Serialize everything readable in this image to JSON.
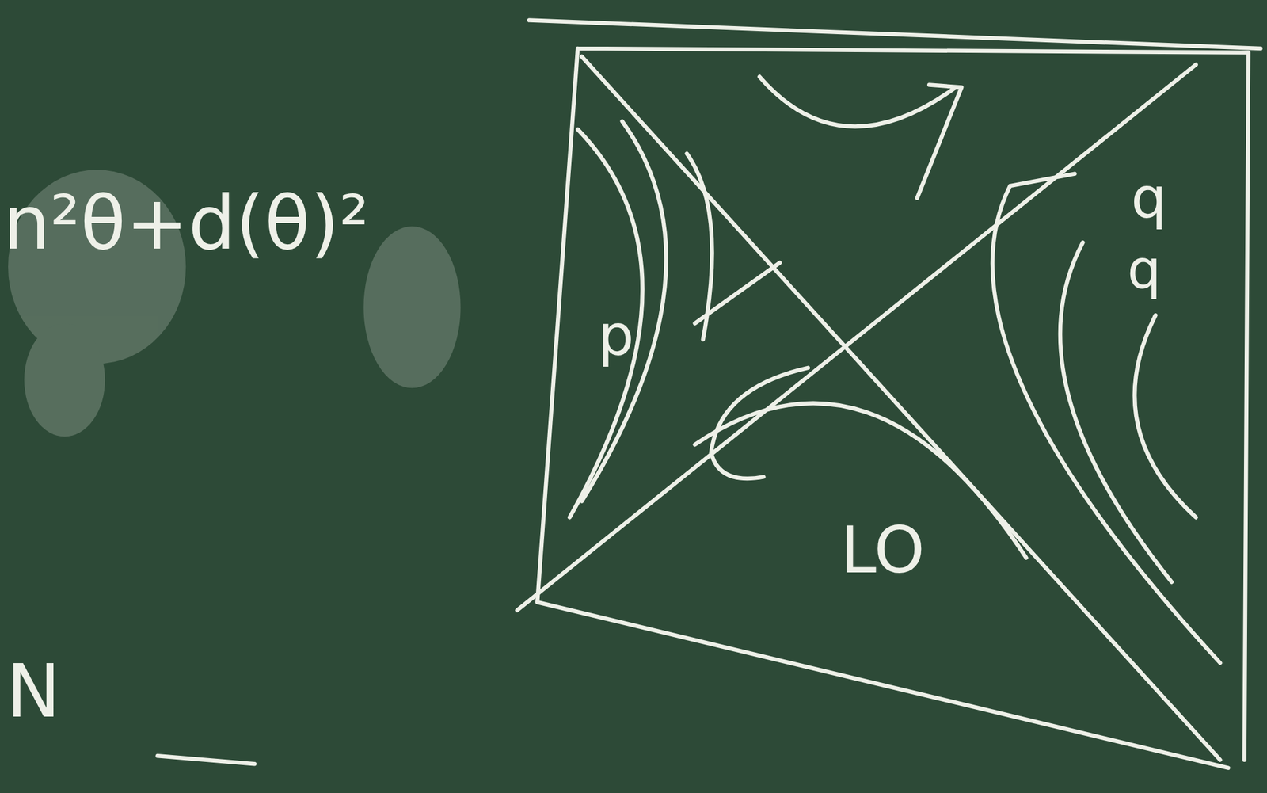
{
  "diagram": {
    "labels": [
      "n²θ+d(θ)²",
      "p",
      "q",
      "q",
      "LO",
      "N"
    ]
  }
}
